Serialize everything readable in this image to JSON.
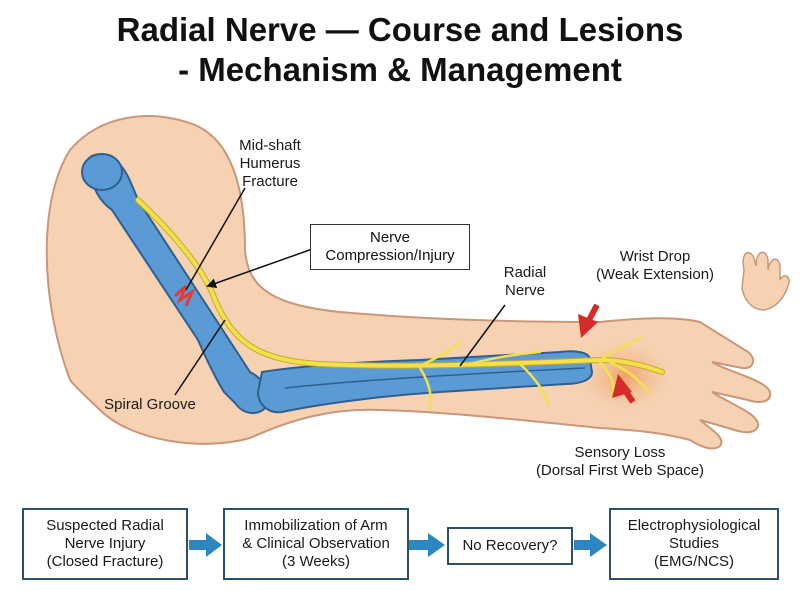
{
  "title": {
    "line1": "Radial Nerve — Course and Lesions",
    "line2": "- Mechanism & Management"
  },
  "labels": {
    "fracture": [
      "Mid-shaft",
      "Humerus",
      "Fracture"
    ],
    "compression": [
      "Nerve",
      "Compression/Injury"
    ],
    "radial_nerve": [
      "Radial",
      "Nerve"
    ],
    "wrist_drop": [
      "Wrist Drop",
      "(Weak Extension)"
    ],
    "spiral_groove": "Spiral Groove",
    "sensory_loss": [
      "Sensory Loss",
      "(Dorsal First Web Space)"
    ]
  },
  "flowchart": [
    {
      "lines": [
        "Suspected Radial",
        "Nerve Injury",
        "(Closed Fracture)"
      ]
    },
    {
      "lines": [
        "Immobilization of Arm",
        "& Clinical Observation",
        "(3 Weeks)"
      ]
    },
    {
      "lines": [
        "No Recovery?"
      ]
    },
    {
      "lines": [
        "Electrophysiological",
        "Studies",
        "(EMG/NCS)"
      ]
    }
  ],
  "colors": {
    "skin": "#f6d2b3",
    "skin_outline": "#c9977a",
    "bone": "#5b9bd5",
    "bone_outline": "#2f5f8f",
    "nerve": "#f4e04d",
    "arrow_red": "#d62b2b",
    "flow_arrow": "#2e86c1"
  }
}
